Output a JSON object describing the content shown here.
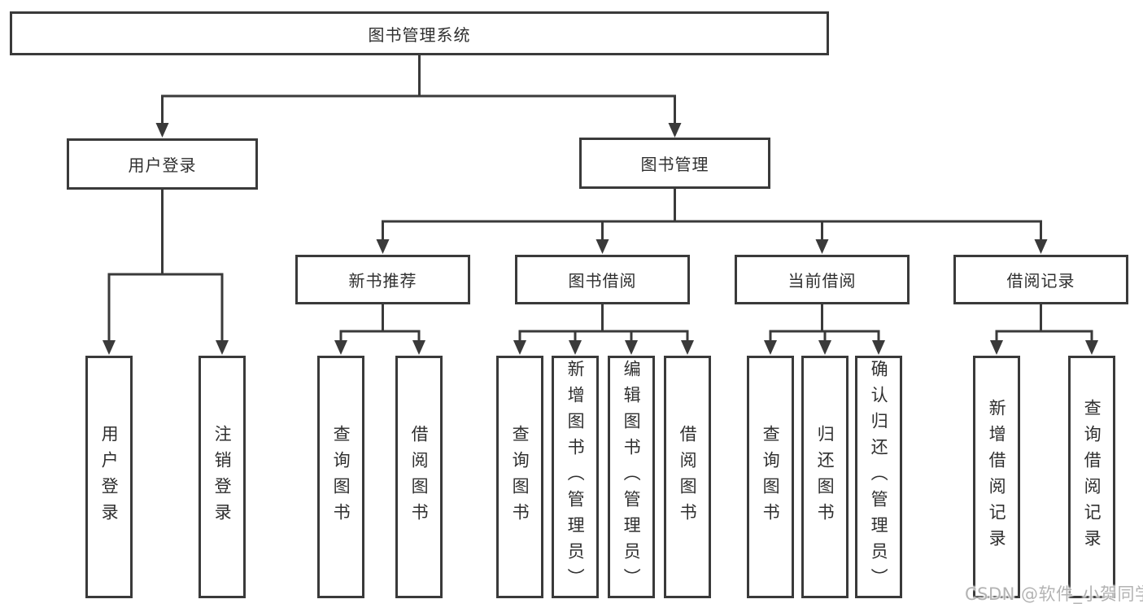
{
  "tree": {
    "label": "图书管理系统",
    "children": [
      {
        "label": "用户登录",
        "children": [
          {
            "label": "用户登录"
          },
          {
            "label": "注销登录"
          }
        ]
      },
      {
        "label": "图书管理",
        "children": [
          {
            "label": "新书推荐",
            "children": [
              {
                "label": "查询图书"
              },
              {
                "label": "借阅图书"
              }
            ]
          },
          {
            "label": "图书借阅",
            "children": [
              {
                "label": "查询图书"
              },
              {
                "label": "新增图书（管理员）"
              },
              {
                "label": "编辑图书（管理员）"
              },
              {
                "label": "借阅图书"
              }
            ]
          },
          {
            "label": "当前借阅",
            "children": [
              {
                "label": "查询图书"
              },
              {
                "label": "归还图书"
              },
              {
                "label": "确认归还（管理员）"
              }
            ]
          },
          {
            "label": "借阅记录",
            "children": [
              {
                "label": "新增借阅记录"
              },
              {
                "label": "查询借阅记录"
              }
            ]
          }
        ]
      }
    ]
  },
  "watermark": {
    "text": "CSDN @软件_小贺同学"
  },
  "colors": {
    "line": "#3a3a3a",
    "text": "#2f2f2f",
    "watermark": "#b3b3b3",
    "background": "#ffffff"
  }
}
